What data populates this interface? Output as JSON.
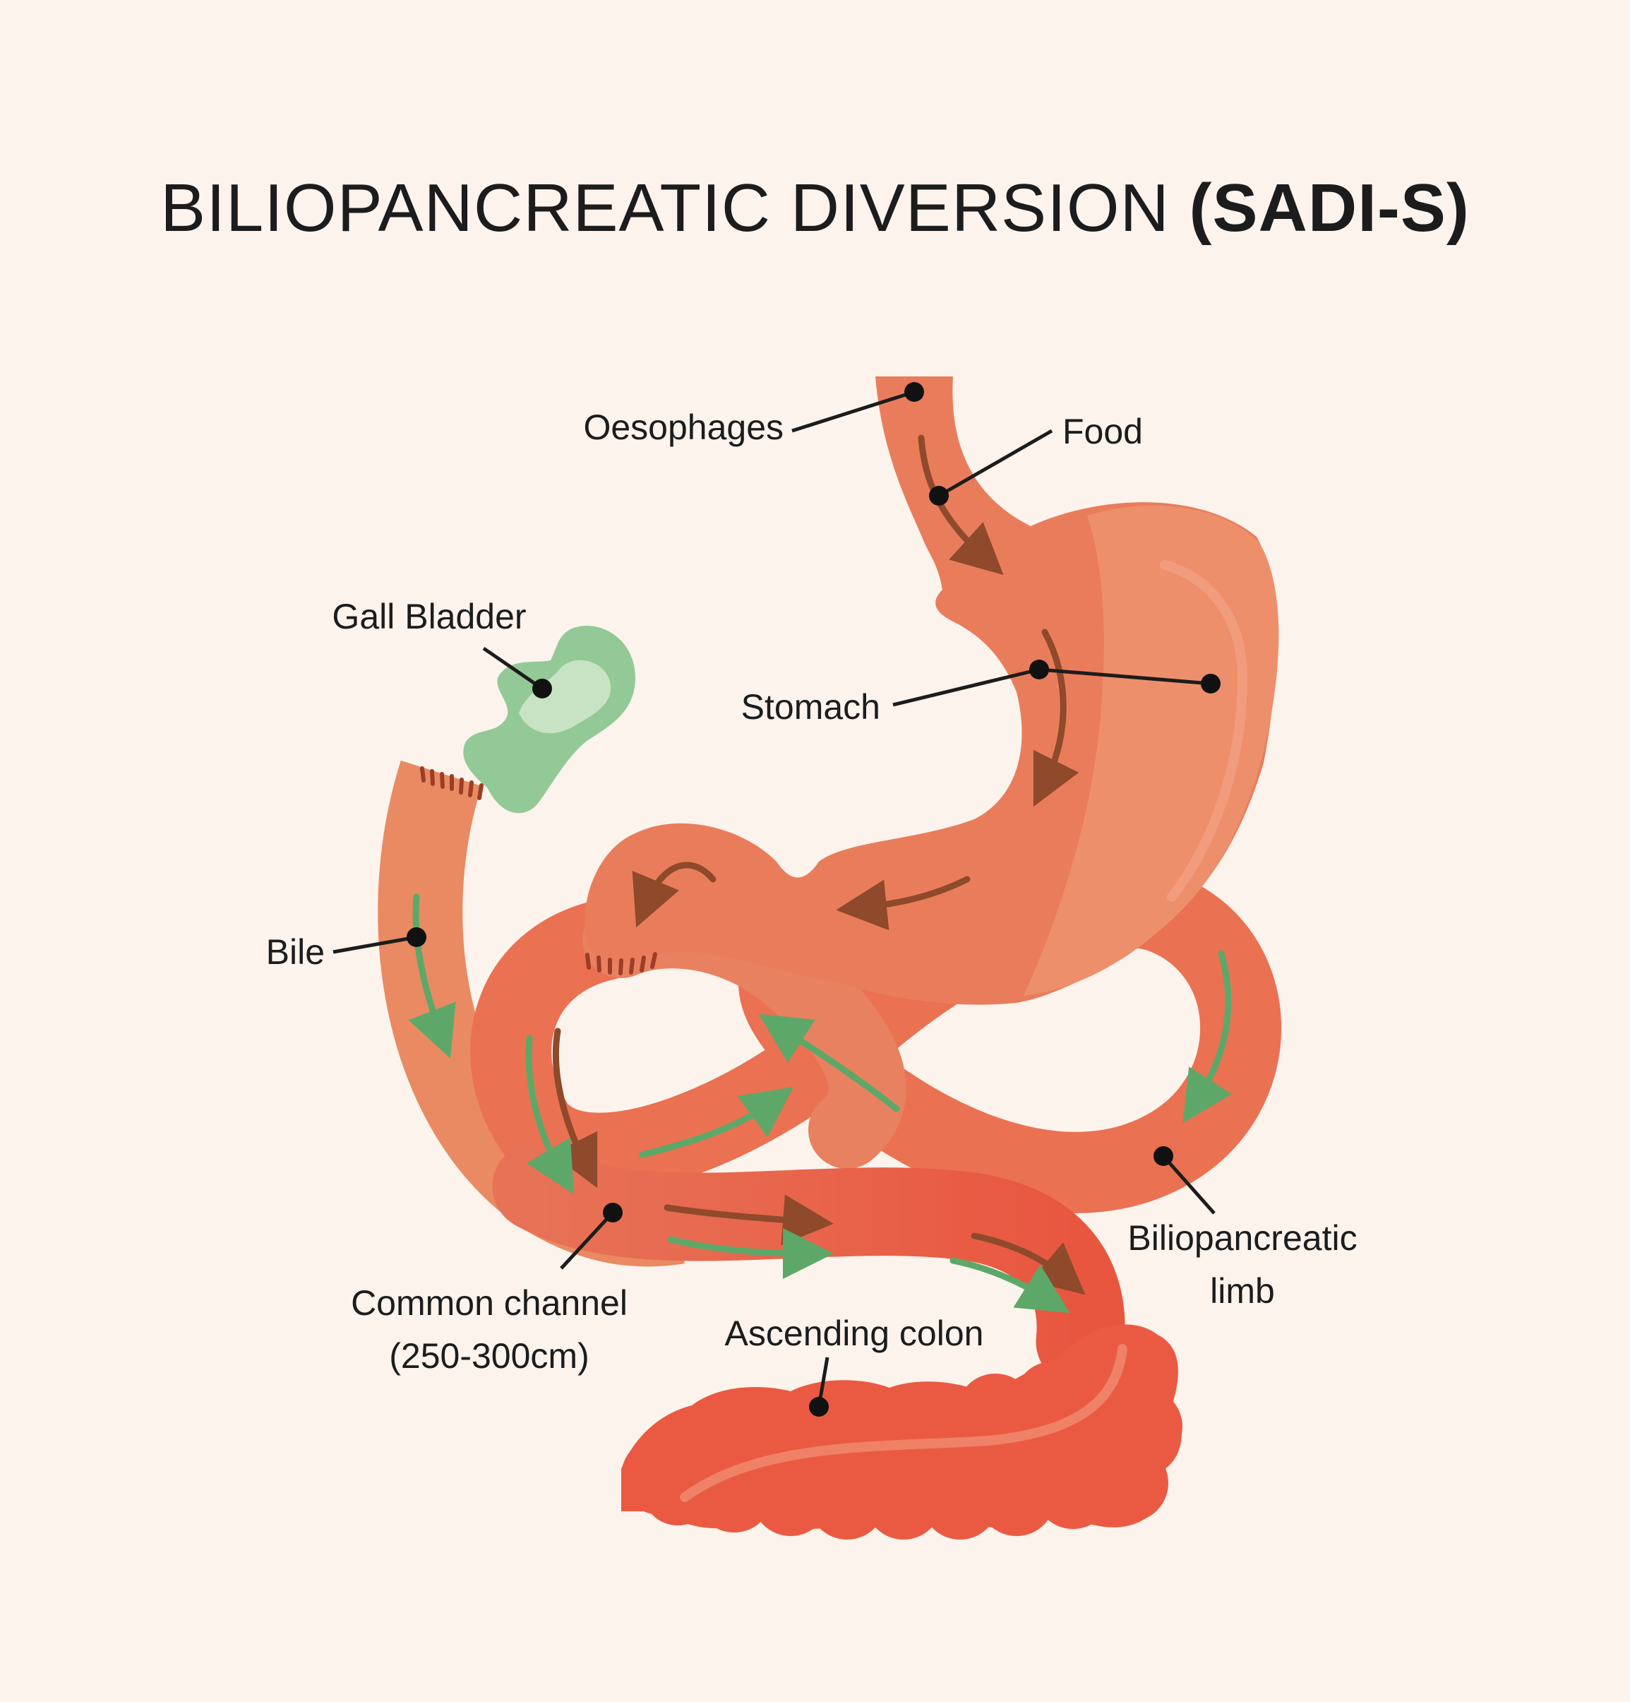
{
  "title": {
    "main": "BILIOPANCREATIC DIVERSION ",
    "bold": "(SADI-S)"
  },
  "labels": {
    "oesophages": "Oesophages",
    "food": "Food",
    "gall_bladder": "Gall Bladder",
    "stomach": "Stomach",
    "bile": "Bile",
    "biliopancreatic_limb_1": "Biliopancreatic",
    "biliopancreatic_limb_2": "limb",
    "common_channel_1": "Common channel",
    "common_channel_2": "(250-300cm)",
    "ascending_colon": "Ascending colon"
  },
  "colors": {
    "background": "#fbf3ec",
    "organ": "#e8765a",
    "organ_light": "#ee9273",
    "gall_bladder": "#93c996",
    "food_arrow": "#8e4a2a",
    "bile_arrow": "#5da868",
    "leader": "#1c1c1c"
  }
}
